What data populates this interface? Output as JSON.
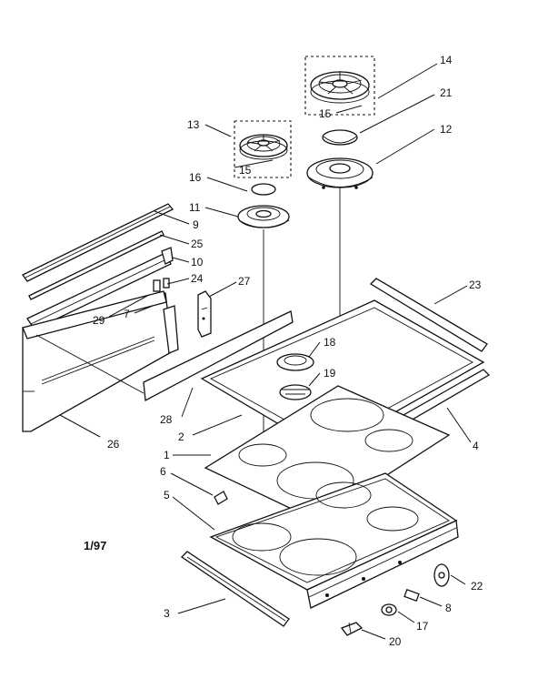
{
  "date_code": "1/97",
  "callouts": {
    "c1": "1",
    "c2": "2",
    "c3": "3",
    "c4": "4",
    "c5": "5",
    "c6": "6",
    "c7": "7",
    "c8": "8",
    "c9": "9",
    "c10": "10",
    "c11": "11",
    "c12": "12",
    "c13": "13",
    "c14": "14",
    "c15a": "15",
    "c15b": "15",
    "c16": "16",
    "c17": "17",
    "c18": "18",
    "c19": "19",
    "c20": "20",
    "c21": "21",
    "c22": "22",
    "c23": "23",
    "c24": "24",
    "c25": "25",
    "c26": "26",
    "c27": "27",
    "c28": "28",
    "c29": "29"
  }
}
